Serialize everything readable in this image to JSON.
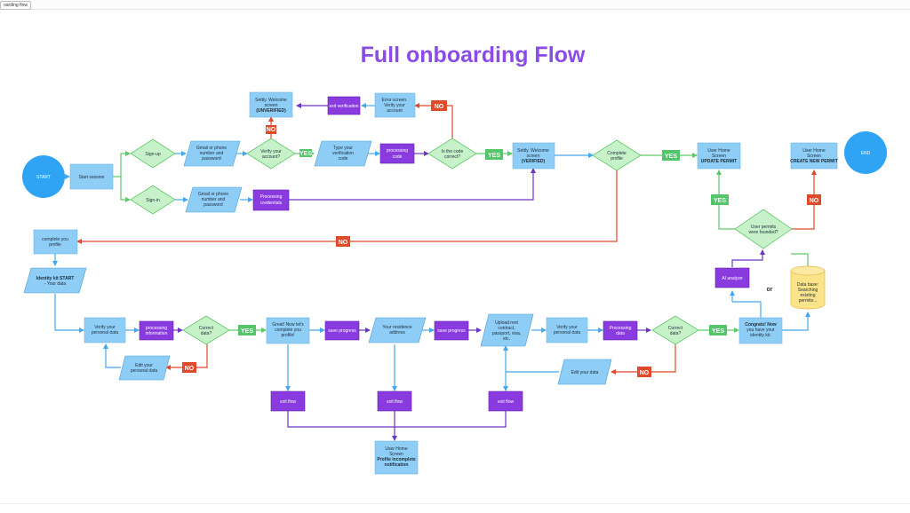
{
  "frame_tab": "oarding flow",
  "title": "Full onboarding Flow",
  "colors": {
    "blue_box": "#8ecdf6",
    "blue_circle": "#2fa4f5",
    "diamond": "#c7f2c9",
    "diamond_stroke": "#5ec96a",
    "purple_box": "#8a3be0",
    "yes_tag": "#54c56b",
    "no_tag": "#e1492b",
    "cylinder": "#fbe38a",
    "arrow_blue": "#45a8ec",
    "arrow_green": "#5ec96a",
    "arrow_purple": "#6b36c6",
    "arrow_red": "#e1492b"
  },
  "terminals": {
    "start": "START",
    "end": "END"
  },
  "nodes": {
    "start_session": "Start session",
    "sign_up": "Sign-up",
    "sign_in": "Sign-in",
    "gmail_phone_1": [
      "Gmail or phone",
      "number and",
      "password"
    ],
    "gmail_phone_2": [
      "Gmail or phone",
      "number and",
      "password"
    ],
    "verify_account": [
      "Verify your",
      "account?"
    ],
    "type_code": [
      "Type your",
      "verification",
      "code"
    ],
    "processing_code": [
      "processing",
      "code"
    ],
    "code_correct": [
      "Is the code",
      "correct?"
    ],
    "processing_credentials": [
      "Processing",
      "credentials"
    ],
    "welcome_unverified": [
      "Settly. Welcome",
      "screen",
      "(UNVERIFIED)"
    ],
    "exit_verification": "exit verification",
    "error_screen": [
      "Error screen.",
      "Verify your",
      "account"
    ],
    "welcome_verified": [
      "Settly. Welcome",
      "screen",
      "(VERIFIED)"
    ],
    "complete_profile": [
      "Complete",
      "profile"
    ],
    "home_update": [
      "User Home",
      "Screen",
      "UPDATE PERMIT"
    ],
    "home_create": [
      "User Home",
      "Screen",
      "CREATE NEW PERMIT"
    ],
    "permits_found": [
      "User permits",
      "were founded?"
    ],
    "complete_you_profile": [
      "complete you",
      "profile"
    ],
    "identity_start": [
      "Identity kit START",
      "- Your data"
    ],
    "verify_personal_1": [
      "Verify your",
      "personal data"
    ],
    "processing_information": [
      "processing",
      "information"
    ],
    "correct_data_1": [
      "Correct",
      "data?"
    ],
    "edit_personal": [
      "Edit your",
      "personal data"
    ],
    "great_flow": [
      "Great! Now let's",
      "complete you",
      "profile!"
    ],
    "save_progress_1": "save progress",
    "residence": [
      "Your residence",
      "address"
    ],
    "save_progress_2": "save progress",
    "upload_rent": [
      "Upload rent",
      "contract,",
      "passport, visa,",
      "etc."
    ],
    "verify_personal_2": [
      "Verify your",
      "personal data"
    ],
    "processing_data": [
      "Processing",
      "data"
    ],
    "correct_data_2": [
      "Correct",
      "data?"
    ],
    "edit_data": "Edit your data",
    "congrats": [
      "Congrats! Now",
      "you have your",
      "identity kit."
    ],
    "ai_analyze": "AI analyze",
    "database": [
      "Data base:",
      "Searching",
      "existing",
      "permits..."
    ],
    "exit_flow_1": "exit flow",
    "exit_flow_2": "exit flow",
    "exit_flow_3": "exit flow",
    "home_incomplete": [
      "User Home",
      "Screen",
      "Profile incomplete",
      "notification"
    ]
  },
  "tags": {
    "yes_verify": "YES",
    "no_verify": "NO",
    "no_code": "NO",
    "yes_code": "YES",
    "yes_complete": "YES",
    "no_complete": "NO",
    "yes_permits": "YES",
    "no_permits": "NO",
    "yes_correct_1": "YES",
    "no_correct_1": "NO",
    "yes_correct_2": "YES",
    "no_correct_2": "NO"
  },
  "or_label": "or"
}
